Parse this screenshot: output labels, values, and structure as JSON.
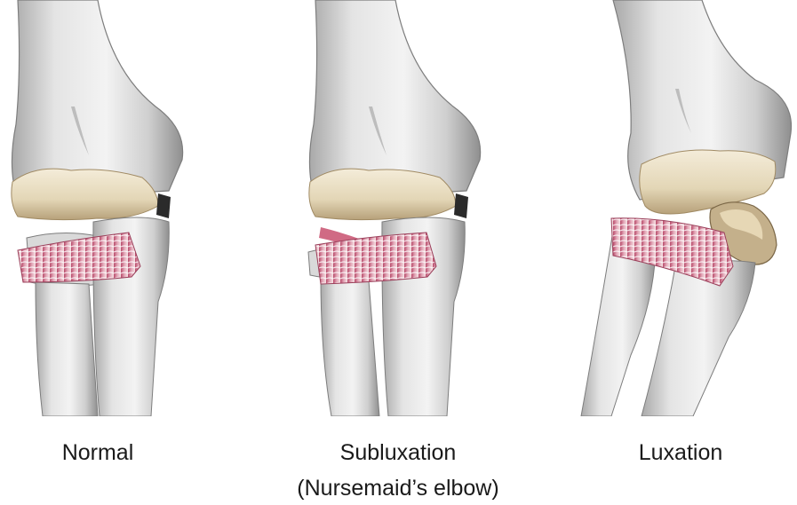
{
  "panels": [
    {
      "label": "Normal"
    },
    {
      "label": "Subluxation",
      "sublabel": "(Nursemaid’s elbow)"
    },
    {
      "label": "Luxation"
    }
  ]
}
